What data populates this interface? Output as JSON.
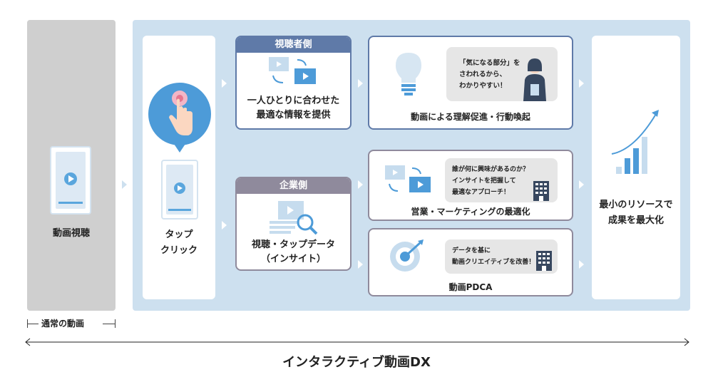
{
  "left": {
    "label": "動画視聴",
    "caption": "通常の動画"
  },
  "tap": {
    "line1": "タップ",
    "line2": "クリック"
  },
  "viewer": {
    "header": "視聴者側",
    "line1": "一人ひとりに合わせた",
    "line2": "最適な情報を提供"
  },
  "company": {
    "header": "企業側",
    "line1": "視聴・タップデータ",
    "line2": "（インサイト）"
  },
  "result1": {
    "title": "動画による理解促進・行動喚起",
    "bubble": [
      "「気になる部分」を",
      "さわれるから、",
      "わかりやすい！"
    ]
  },
  "result2": {
    "title": "営業・マーケティングの最適化",
    "bubble": [
      "誰が何に興味があるのか？",
      "インサイトを把握して",
      "最適なアプローチ！"
    ]
  },
  "result3": {
    "title": "動画PDCA",
    "bubble": [
      "データを基に",
      "動画クリエイティブを改善！"
    ]
  },
  "final": {
    "line1": "最小のリソースで",
    "line2": "成果を最大化"
  },
  "footer": {
    "title": "インタラクティブ動画DX"
  },
  "colors": {
    "blue_area": "#cde0ef",
    "viewer_header": "#5f7aa8",
    "company_header": "#8f8a9c",
    "viewer_border": "#5f7aa8",
    "company_border": "#8f8a9c",
    "accent_blue": "#3f95d6",
    "gray": "#cfcfcf"
  }
}
